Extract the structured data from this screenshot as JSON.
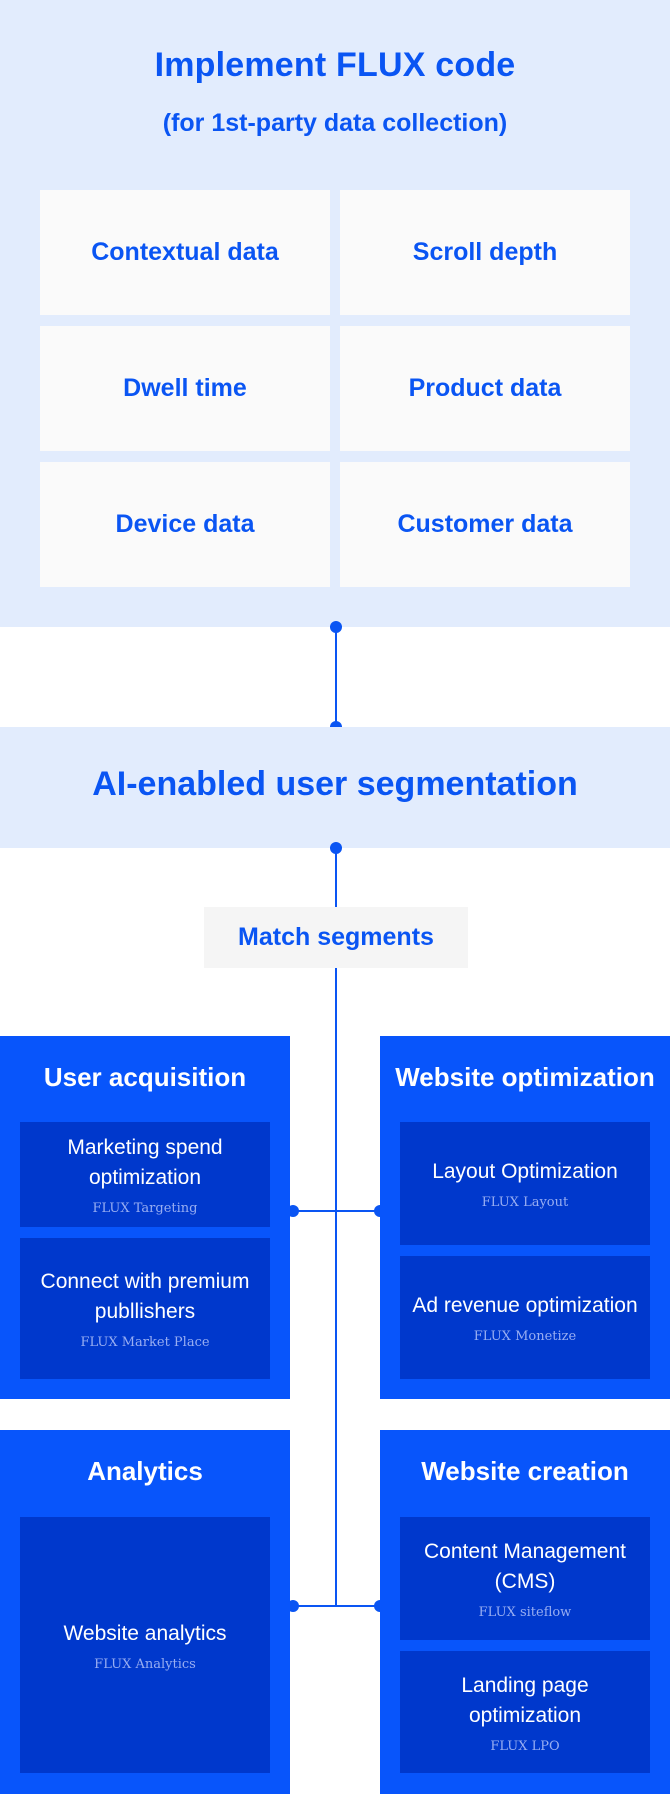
{
  "header": {
    "title": "Implement FLUX code",
    "subtitle": "(for 1st-party data collection)"
  },
  "data_types": [
    "Contextual data",
    "Scroll depth",
    "Dwell time",
    "Product data",
    "Device data",
    "Customer data"
  ],
  "segmentation": {
    "title": "AI-enabled user segmentation",
    "match_label": "Match segments"
  },
  "categories": [
    {
      "title": "User acquisition",
      "items": [
        {
          "name": "Marketing spend optimization",
          "brand": "FLUX Targeting"
        },
        {
          "name": "Connect with premium publlishers",
          "brand": "FLUX Market Place"
        }
      ]
    },
    {
      "title": "Website optimization",
      "items": [
        {
          "name": "Layout Optimization",
          "brand": "FLUX Layout"
        },
        {
          "name": "Ad revenue optimization",
          "brand": "FLUX Monetize"
        }
      ]
    },
    {
      "title": "Analytics",
      "items": [
        {
          "name": "Website analytics",
          "brand": "FLUX Analytics"
        }
      ]
    },
    {
      "title": "Website creation",
      "items": [
        {
          "name": "Content Management (CMS)",
          "brand": "FLUX siteflow"
        },
        {
          "name": "Landing page optimization",
          "brand": "FLUX LPO"
        }
      ]
    }
  ],
  "colors": {
    "accent": "#0a55f3",
    "panel_light": "#e2ecfd",
    "panel_blue": "#0855fb",
    "card_dark": "#0038cc"
  }
}
